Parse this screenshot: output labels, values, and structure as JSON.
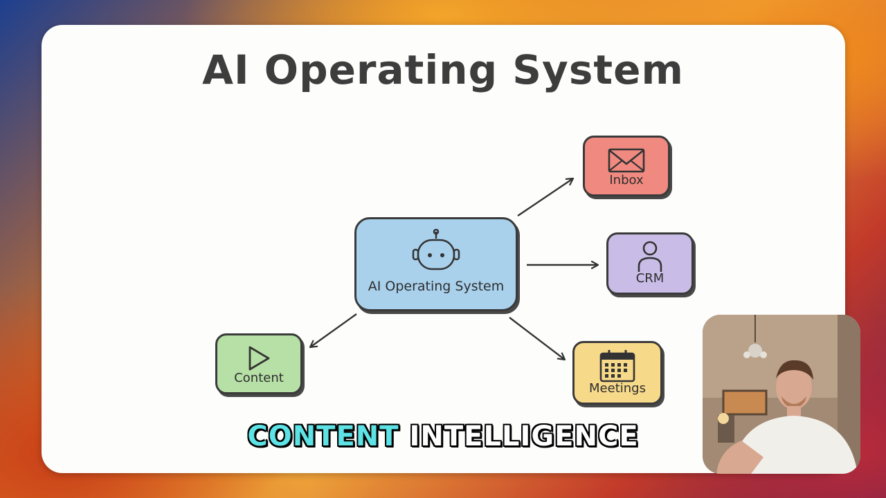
{
  "slide": {
    "title": "AI Operating System"
  },
  "diagram": {
    "center": {
      "label": "AI Operating System",
      "icon": "robot-icon",
      "color": "#a9d1ec"
    },
    "nodes": [
      {
        "id": "inbox",
        "label": "Inbox",
        "icon": "envelope-icon",
        "color": "#f08a80"
      },
      {
        "id": "crm",
        "label": "CRM",
        "icon": "person-icon",
        "color": "#c9bde8"
      },
      {
        "id": "meetings",
        "label": "Meetings",
        "icon": "calendar-icon",
        "color": "#f7d98a"
      },
      {
        "id": "content",
        "label": "Content",
        "icon": "play-icon",
        "color": "#b6e0a6"
      }
    ]
  },
  "caption": {
    "highlight": "CONTENT",
    "rest": "INTELLIGENCE",
    "highlight_color": "#5de3e6"
  },
  "webcam": {
    "description_icon": "presenter-video"
  }
}
